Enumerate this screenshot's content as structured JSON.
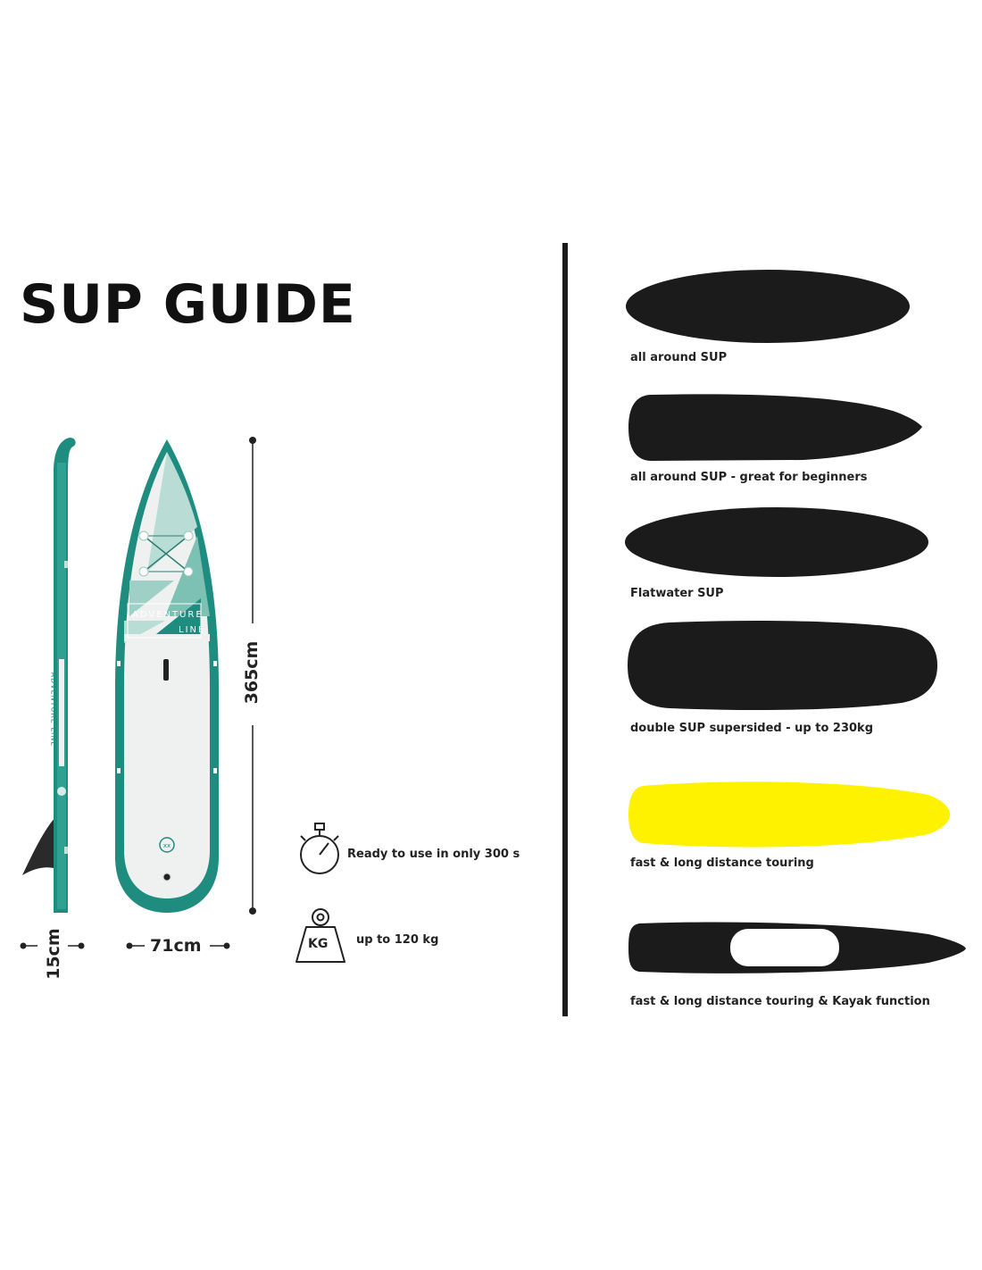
{
  "page": {
    "title": "SUP GUIDE"
  },
  "board": {
    "print_line1": "ADVENTURE",
    "print_line2": "LINE",
    "side_print": "ADVENTURE LINE",
    "length": "365cm",
    "width": "71cm",
    "thickness": "15cm"
  },
  "features": [
    {
      "icon": "stopwatch-icon",
      "text": "Ready to use in only 300 s"
    },
    {
      "icon": "weight-icon",
      "icon_text": "KG",
      "text": "up to 120 kg"
    }
  ],
  "shapes": [
    {
      "label": "all around SUP",
      "color": "#1b1b1b"
    },
    {
      "label": "all around SUP - great for beginners",
      "color": "#1b1b1b"
    },
    {
      "label": "Flatwater SUP",
      "color": "#1b1b1b"
    },
    {
      "label": "double SUP supersided - up to 230kg",
      "color": "#1b1b1b"
    },
    {
      "label": "fast & long distance touring",
      "color": "#fff200"
    },
    {
      "label": "fast & long distance touring & Kayak function",
      "color": "#1b1b1b"
    }
  ],
  "colors": {
    "board_teal": "#1e8c7e",
    "board_light": "#eef1f0"
  }
}
